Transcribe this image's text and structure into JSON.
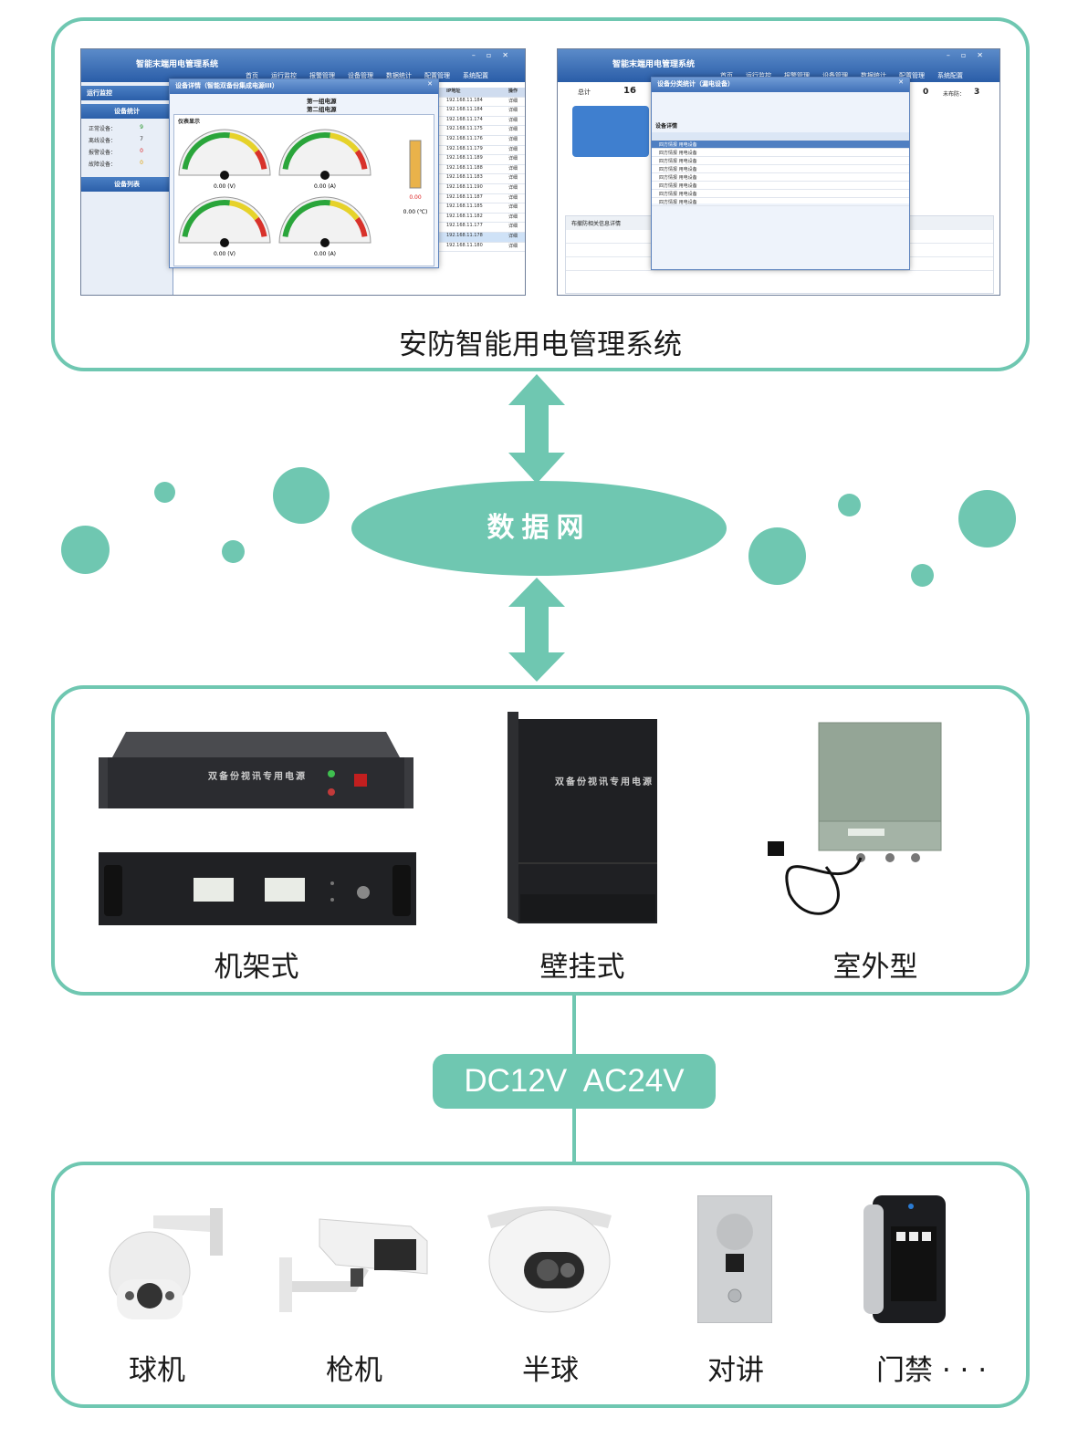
{
  "colors": {
    "accent": "#6fc7b1",
    "window_blue": "#2a5da8"
  },
  "top_panel": {
    "label": "安防智能用电管理系统",
    "screenshot_left": {
      "app_title": "智能末端用电管理系统",
      "menu": [
        "首页",
        "运行监控",
        "报警管理",
        "设备管理",
        "数据统计",
        "配置管理",
        "系统配置"
      ],
      "sidebar_header": "运行监控",
      "stats_header": "设备统计",
      "stats": [
        {
          "label": "正常设备：",
          "value": "9"
        },
        {
          "label": "离线设备：",
          "value": "7"
        },
        {
          "label": "报警设备：",
          "value": "0"
        },
        {
          "label": "故障设备：",
          "value": "0"
        }
      ],
      "list_header": "设备列表",
      "dialog_title": "设备详情（智能双备份集成电源III）",
      "group1": "第一组电源",
      "group2": "第二组电源",
      "meter_title": "仪表显示",
      "gauges": [
        {
          "caption": "0.00 (V)",
          "value": 0
        },
        {
          "caption": "0.00 (A)",
          "value": 0
        },
        {
          "caption": "0.00 (V)",
          "value": 0
        },
        {
          "caption": "0.00 (A)",
          "value": 0
        }
      ],
      "temp_caption": "0.00 (℃)",
      "temp_value": "0.00",
      "ip_header": "IP地址",
      "op_header": "操作",
      "ips": [
        "192.168.11.184",
        "192.168.11.184",
        "192.168.11.174",
        "192.168.11.175",
        "192.168.11.176",
        "192.168.11.179",
        "192.168.11.189",
        "192.168.11.188",
        "192.168.11.183",
        "192.168.11.190",
        "192.168.11.187",
        "192.168.11.185",
        "192.168.11.182",
        "192.168.11.177",
        "192.168.11.178",
        "192.168.11.180"
      ],
      "op_text": "详细"
    },
    "screenshot_right": {
      "app_title": "智能末端用电管理系统",
      "menu": [
        "首页",
        "运行监控",
        "报警管理",
        "设备管理",
        "数据统计",
        "配置管理",
        "系统配置"
      ],
      "total_label": "总计",
      "total_value": "16",
      "right_values": [
        "0",
        "未布防：",
        "3"
      ],
      "dialog_title": "设备分类统计（漏电设备）",
      "detail_header": "设备详情",
      "info_header": "布撤防相关信息详情",
      "row_text": "四方情报 用电设备"
    }
  },
  "network_label": "数据网",
  "middle_panel": {
    "items": [
      {
        "label": "机架式"
      },
      {
        "label": "壁挂式"
      },
      {
        "label": "室外型"
      }
    ],
    "plate_text": "双备份视讯专用电源"
  },
  "voltage_label": "DC12V  AC24V",
  "bottom_panel": {
    "items": [
      {
        "label": "球机"
      },
      {
        "label": "枪机"
      },
      {
        "label": "半球"
      },
      {
        "label": "对讲"
      },
      {
        "label": "门禁 · · ·"
      }
    ]
  }
}
